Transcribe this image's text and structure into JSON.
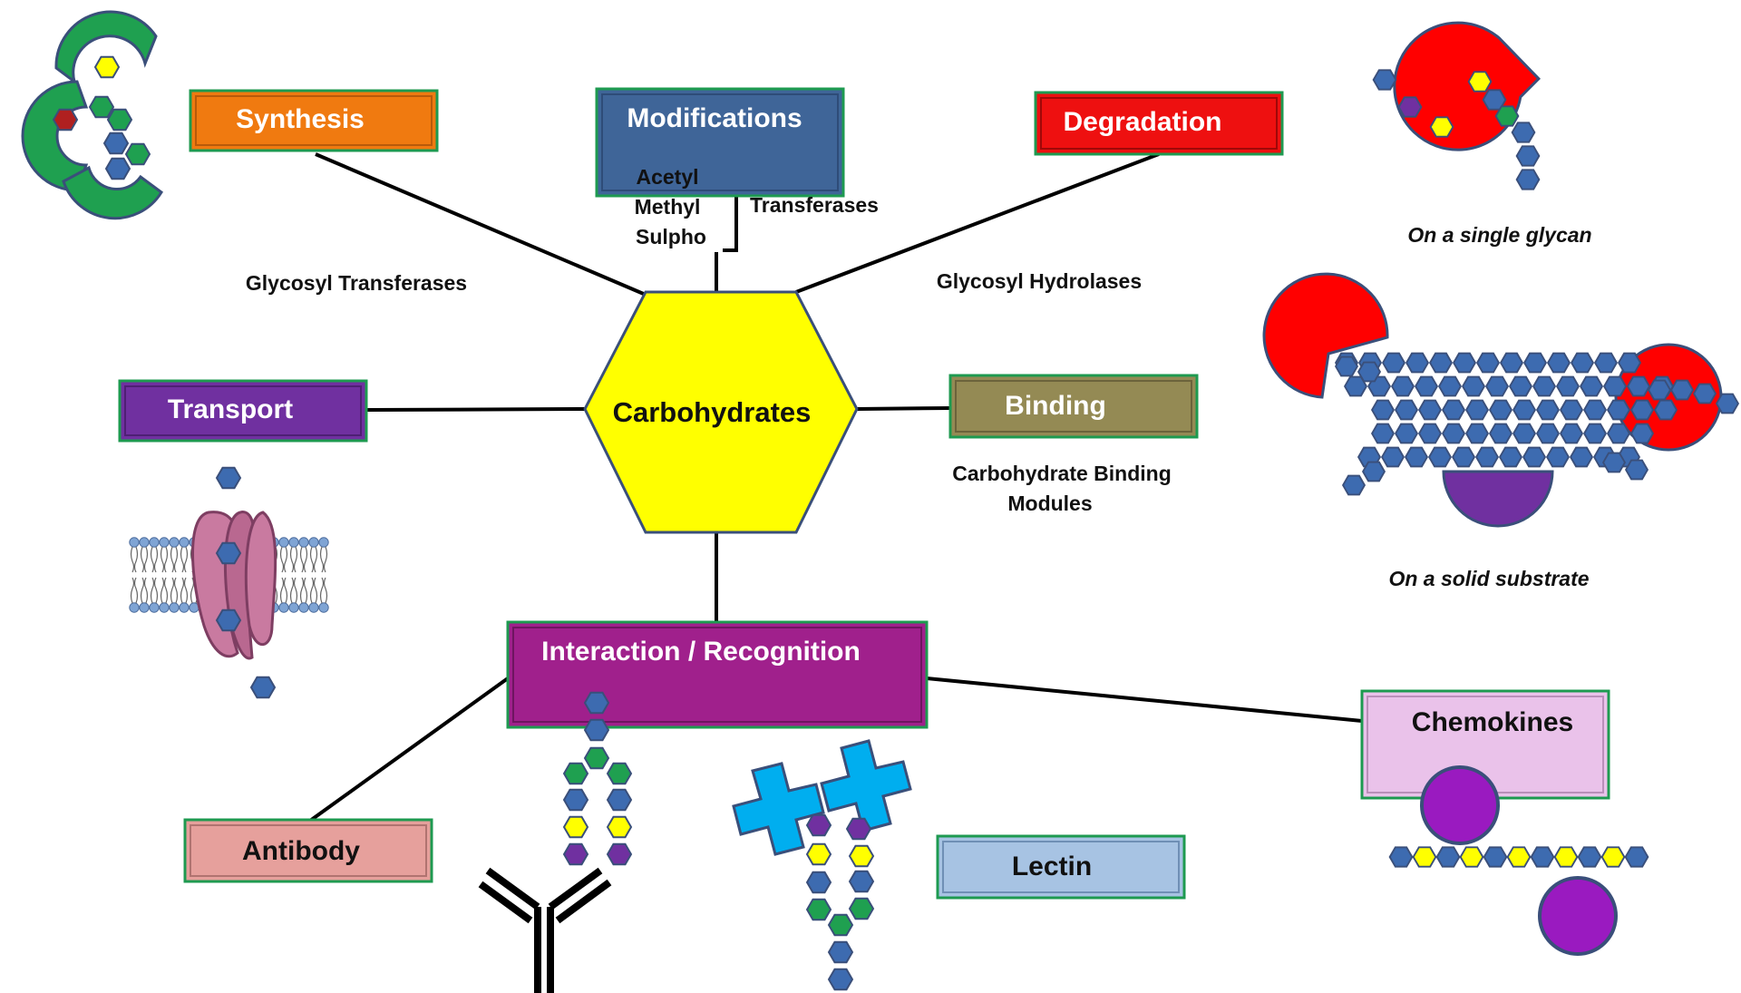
{
  "center": {
    "label": "Carbohydrates"
  },
  "boxes": {
    "synthesis": "Synthesis",
    "modifications": "Modifications",
    "degradation": "Degradation",
    "transport": "Transport",
    "binding": "Binding",
    "interaction": "Interaction / Recognition",
    "antibody": "Antibody",
    "lectin": "Lectin",
    "chemokines": "Chemokines"
  },
  "notes": {
    "glycosyl_transferases": "Glycosyl Transferases",
    "glycosyl_hydrolases": "Glycosyl Hydrolases",
    "modification_types": [
      "Acetyl",
      "Methyl",
      "Sulpho"
    ],
    "transferases": "Transferases",
    "cbm_line1": "Carbohydrate Binding",
    "cbm_line2": "Modules"
  },
  "captions": {
    "single_glycan": "On a single glycan",
    "solid_substrate": "On a solid substrate"
  },
  "colors": {
    "synthesis": "#F07A10",
    "modifications": "#3F6598",
    "degradation": "#EE1010",
    "transport": "#7030A0",
    "binding": "#948A54",
    "interaction": "#A0208C",
    "antibody": "#E6A09C",
    "lectin": "#A7C3E3",
    "chemokines": "#EAC2EA",
    "hexagon_center": "#FFFF00",
    "glycan_blue": "#3D6BB0",
    "glycan_green": "#1FA050",
    "glycan_yellow": "#FFFF00",
    "glycan_purple": "#7030A0",
    "enzyme_red": "#FF0000",
    "chemokine_purple": "#9A1AC0",
    "lectin_cyan": "#00AEEF"
  }
}
